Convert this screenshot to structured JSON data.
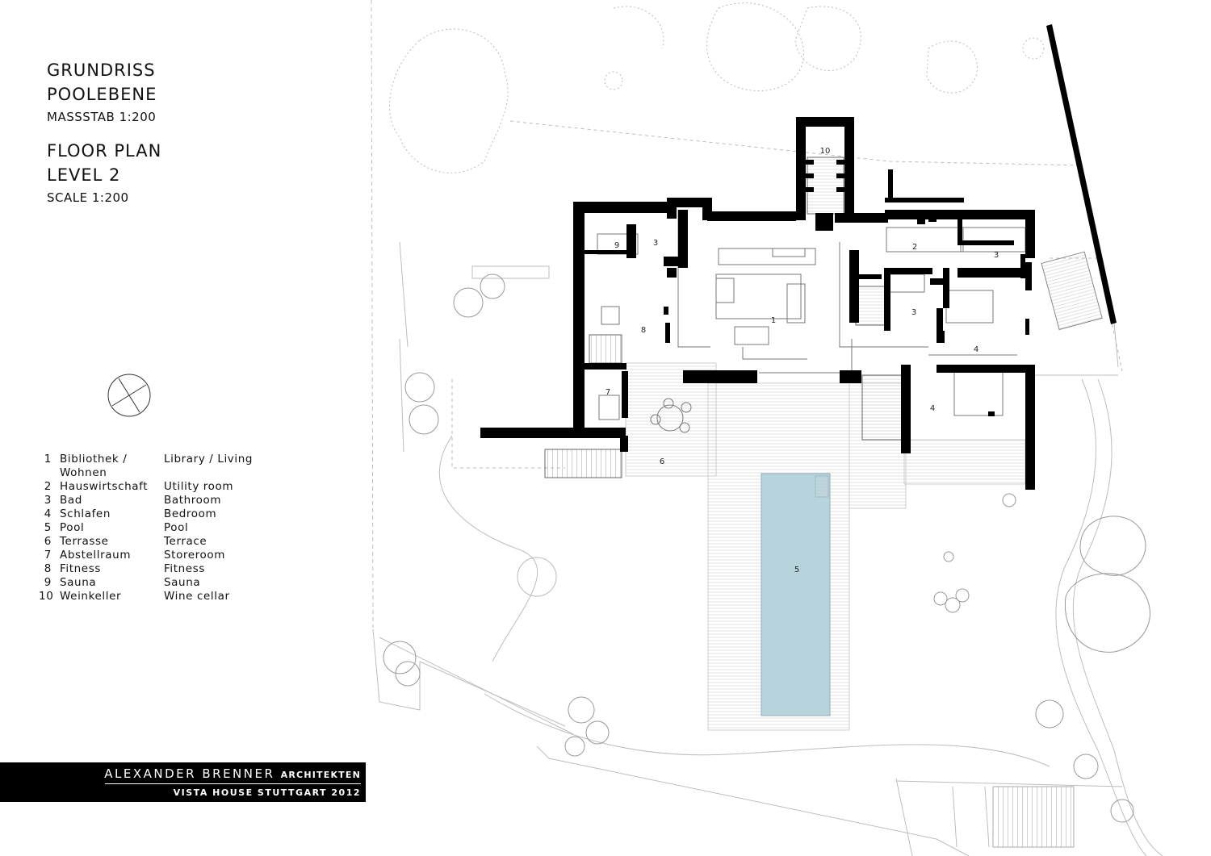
{
  "title": {
    "de_line1": "GRUNDRISS",
    "de_line2": "POOLEBENE",
    "de_scale": "MASSSTAB 1:200",
    "en_line1": "FLOOR PLAN",
    "en_line2": "LEVEL 2",
    "en_scale": "SCALE 1:200"
  },
  "legend": [
    {
      "num": "1",
      "de": "Bibliothek /",
      "en": "Library / Living"
    },
    {
      "num": "",
      "de": "Wohnen",
      "en": ""
    },
    {
      "num": "2",
      "de": "Hauswirtschaft",
      "en": "Utility room"
    },
    {
      "num": "3",
      "de": "Bad",
      "en": "Bathroom"
    },
    {
      "num": "4",
      "de": "Schlafen",
      "en": "Bedroom"
    },
    {
      "num": "5",
      "de": "Pool",
      "en": "Pool"
    },
    {
      "num": "6",
      "de": "Terrasse",
      "en": "Terrace"
    },
    {
      "num": "7",
      "de": "Abstellraum",
      "en": "Storeroom"
    },
    {
      "num": "8",
      "de": "Fitness",
      "en": "Fitness"
    },
    {
      "num": "9",
      "de": "Sauna",
      "en": "Sauna"
    },
    {
      "num": "10",
      "de": "Weinkeller",
      "en": "Wine cellar"
    }
  ],
  "footer": {
    "firm_name": "ALEXANDER BRENNER",
    "firm_suffix": "ARCHITEKTEN",
    "project": "VISTA HOUSE STUTTGART 2012"
  },
  "room_labels": {
    "r1": "1",
    "r2": "2",
    "r3a": "3",
    "r3b": "3",
    "r3c": "3",
    "r4a": "4",
    "r4b": "4",
    "r5": "5",
    "r6": "6",
    "r7": "7",
    "r8": "8",
    "r9": "9",
    "r10": "10"
  },
  "colors": {
    "wall": "#000000",
    "pool": "#b7d3db",
    "linework": "#bdbdbd"
  },
  "icons": [
    "north-arrow-icon"
  ]
}
